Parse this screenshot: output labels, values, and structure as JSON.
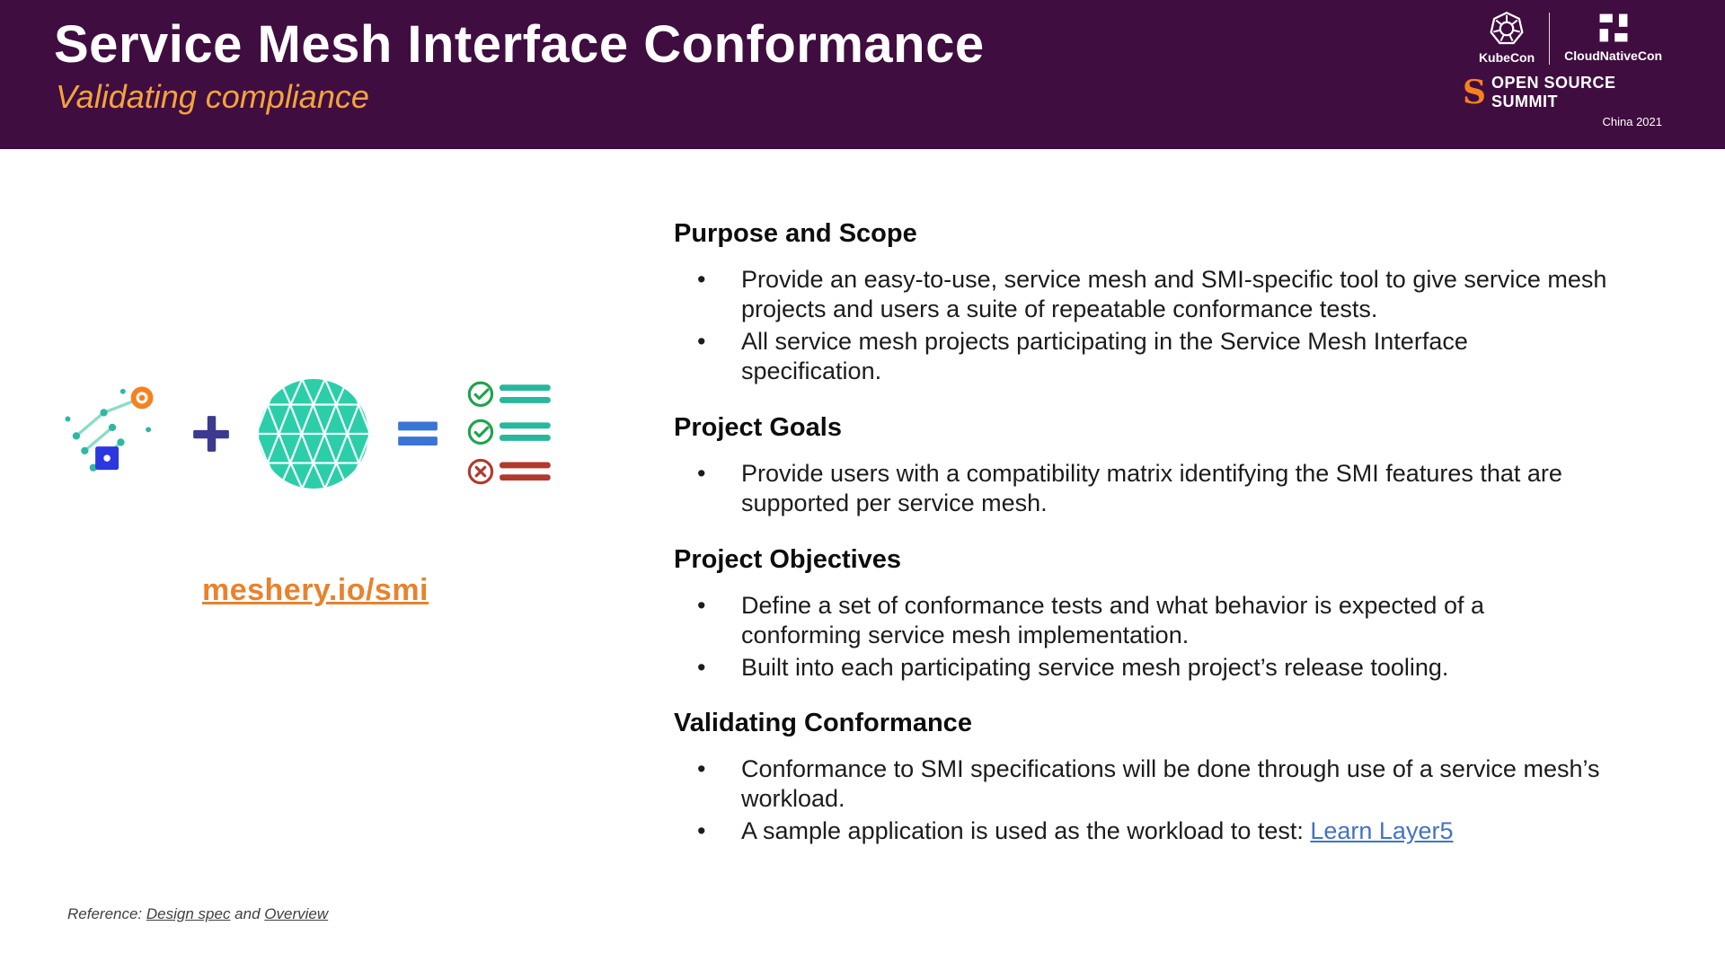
{
  "header": {
    "title": "Service Mesh Interface Conformance",
    "subtitle": "Validating compliance",
    "logos": {
      "kubecon_label": "KubeCon",
      "cloudnativecon_label": "CloudNativeCon",
      "summit_s": "S",
      "summit_label": "OPEN SOURCE SUMMIT",
      "edition": "China 2021"
    }
  },
  "illustration": {
    "link": "meshery.io/smi",
    "icons": {
      "meshery": "network-graph-icon",
      "plus": "plus-icon",
      "mesh_sphere": "geodesic-sphere-icon",
      "equals": "equals-icon",
      "checklist": "conformance-checklist-icon"
    }
  },
  "content": {
    "purpose": {
      "heading": "Purpose and Scope",
      "bullets": [
        "Provide an easy-to-use, service mesh and SMI-specific tool to give service mesh projects and users a suite of repeatable conformance tests.",
        "All service mesh projects participating in the Service Mesh Interface specification."
      ]
    },
    "goals": {
      "heading": "Project Goals",
      "bullets": [
        "Provide users with a compatibility matrix identifying the SMI features that are supported per service mesh."
      ]
    },
    "objectives": {
      "heading": "Project Objectives",
      "bullets": [
        "Define a set of conformance tests and what behavior is expected of a conforming service mesh implementation.",
        "Built into each participating service mesh project’s release tooling."
      ]
    },
    "validating": {
      "heading": "Validating Conformance",
      "bullets": [
        "Conformance to SMI specifications will be done through use of a service mesh’s workload."
      ],
      "last_bullet_text": "A sample application is used as the workload to test: ",
      "last_bullet_link": "Learn Layer5"
    }
  },
  "footer": {
    "prefix": "Reference: ",
    "link1": "Design spec",
    "middle": " and ",
    "link2": "Overview"
  },
  "colors": {
    "header_bg": "#400d40",
    "subtitle_orange": "#f2a43b",
    "link_orange": "#e8822d",
    "link_blue": "#4472c4",
    "teal_sphere": "#2cceaa",
    "plus_purple": "#3c3a8e",
    "equals_blue": "#3a74d4",
    "check_green": "#1fa34e",
    "cross_red": "#b03a2e"
  }
}
